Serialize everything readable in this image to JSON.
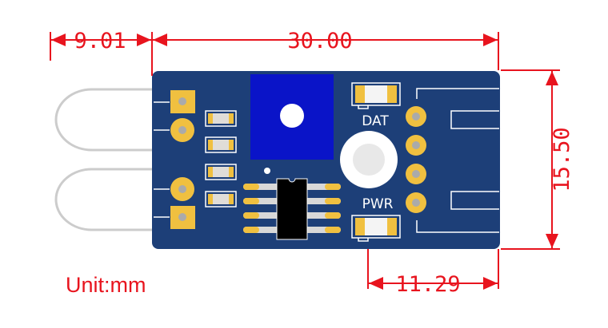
{
  "dimensions": {
    "lead_length": "9.01",
    "board_length": "30.00",
    "board_height": "15.50",
    "hole_offset": "11.29"
  },
  "labels": {
    "dat": "DAT",
    "pwr": "PWR"
  },
  "unit_note": "Unit:mm",
  "colors": {
    "dimension": "#e8141e",
    "pcb": "#1d3f78",
    "potentiometer": "#0a14c8",
    "pad": "#f0c040"
  }
}
